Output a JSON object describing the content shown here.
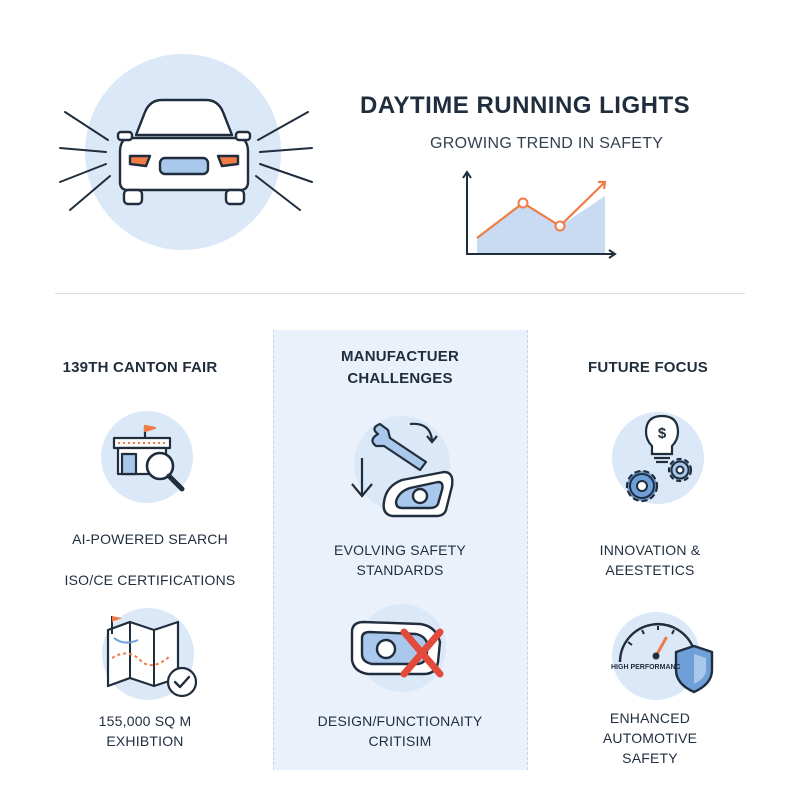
{
  "header": {
    "title": "DAYTIME RUNNING LIGHTS",
    "subtitle": "GROWING TREND IN SAFETY"
  },
  "columns": [
    {
      "title": "139TH CANTON FAIR",
      "items": [
        {
          "icon": "exhibition-search-icon",
          "caption": "AI-POWERED SEARCH"
        },
        {
          "caption": "ISO/CE CERTIFICATIONS"
        },
        {
          "icon": "floor-map-check-icon",
          "caption_lines": [
            "155,000 SQ M",
            "EXHIBTION"
          ]
        }
      ]
    },
    {
      "title_lines": [
        "MANUFACTUER",
        "CHALLENGES"
      ],
      "items": [
        {
          "icon": "wrench-headlight-icon",
          "caption_lines": [
            "EVOLVING SAFETY",
            "STANDARDS"
          ]
        },
        {
          "icon": "headlight-reject-icon",
          "caption_lines": [
            "DESIGN/FUNCTIONAITY",
            "CRITISIM"
          ]
        }
      ]
    },
    {
      "title": "FUTURE FOCUS",
      "items": [
        {
          "icon": "lightbulb-gears-icon",
          "caption_lines": [
            "INNOVATION &",
            "AEESTETICS"
          ]
        },
        {
          "icon": "speedometer-shield-icon",
          "gauge_label": "HIGH PERFORMANC",
          "caption_lines": [
            "ENHANCED",
            "AUTOMOTIVE",
            "SAFETY"
          ]
        }
      ]
    }
  ],
  "colors": {
    "ink": "#1f2d3d",
    "accent_blue": "#6f9fd8",
    "light_blue": "#dbe8f7",
    "orange": "#ef7b45",
    "red": "#e24a3b"
  }
}
